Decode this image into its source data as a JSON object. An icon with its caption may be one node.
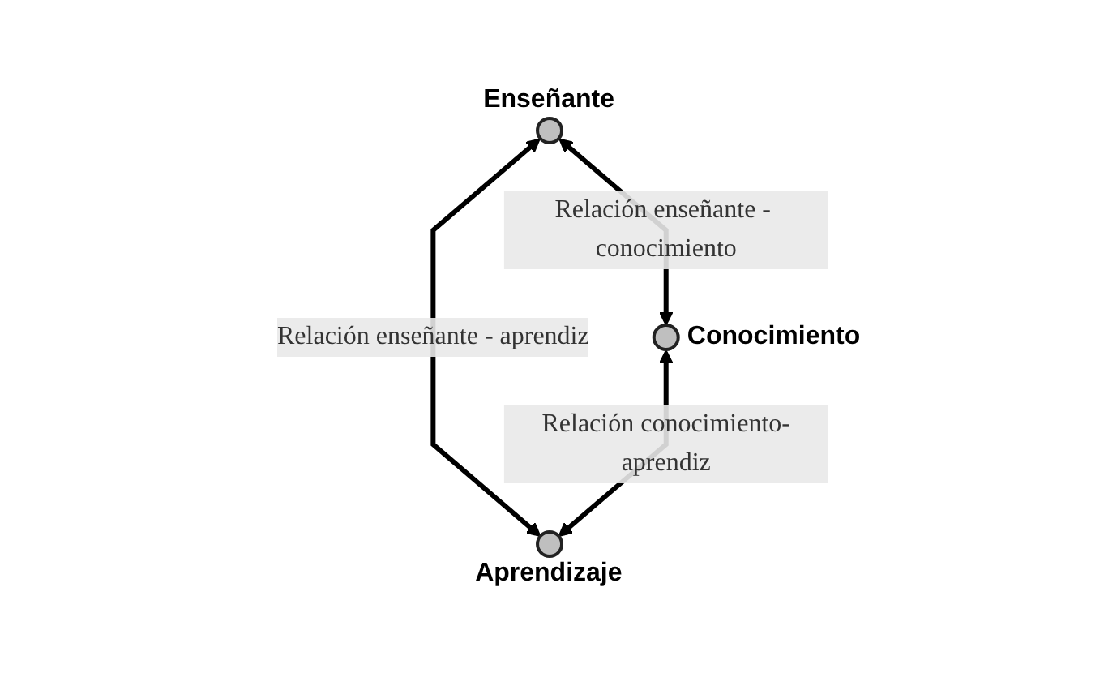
{
  "diagram": {
    "nodes": [
      {
        "text": [],
        "shape": "circle",
        "beside": [
          "Enseñante"
        ]
      },
      {
        "text": [],
        "shape": "circle",
        "beside": [
          "Conocimiento"
        ]
      },
      {
        "text": [],
        "shape": "circle",
        "beside": [
          "Aprendizaje"
        ]
      }
    ],
    "edges": [
      {
        "from": 0,
        "to": 1,
        "arrow": "both",
        "label": "Relación enseñante - conocimiento"
      },
      {
        "from": 0,
        "to": 2,
        "arrow": "both",
        "label": "Relación enseñante - aprendiz"
      },
      {
        "from": 1,
        "to": 2,
        "arrow": "both",
        "label": "Relación conocimiento-aprendiz"
      }
    ]
  }
}
